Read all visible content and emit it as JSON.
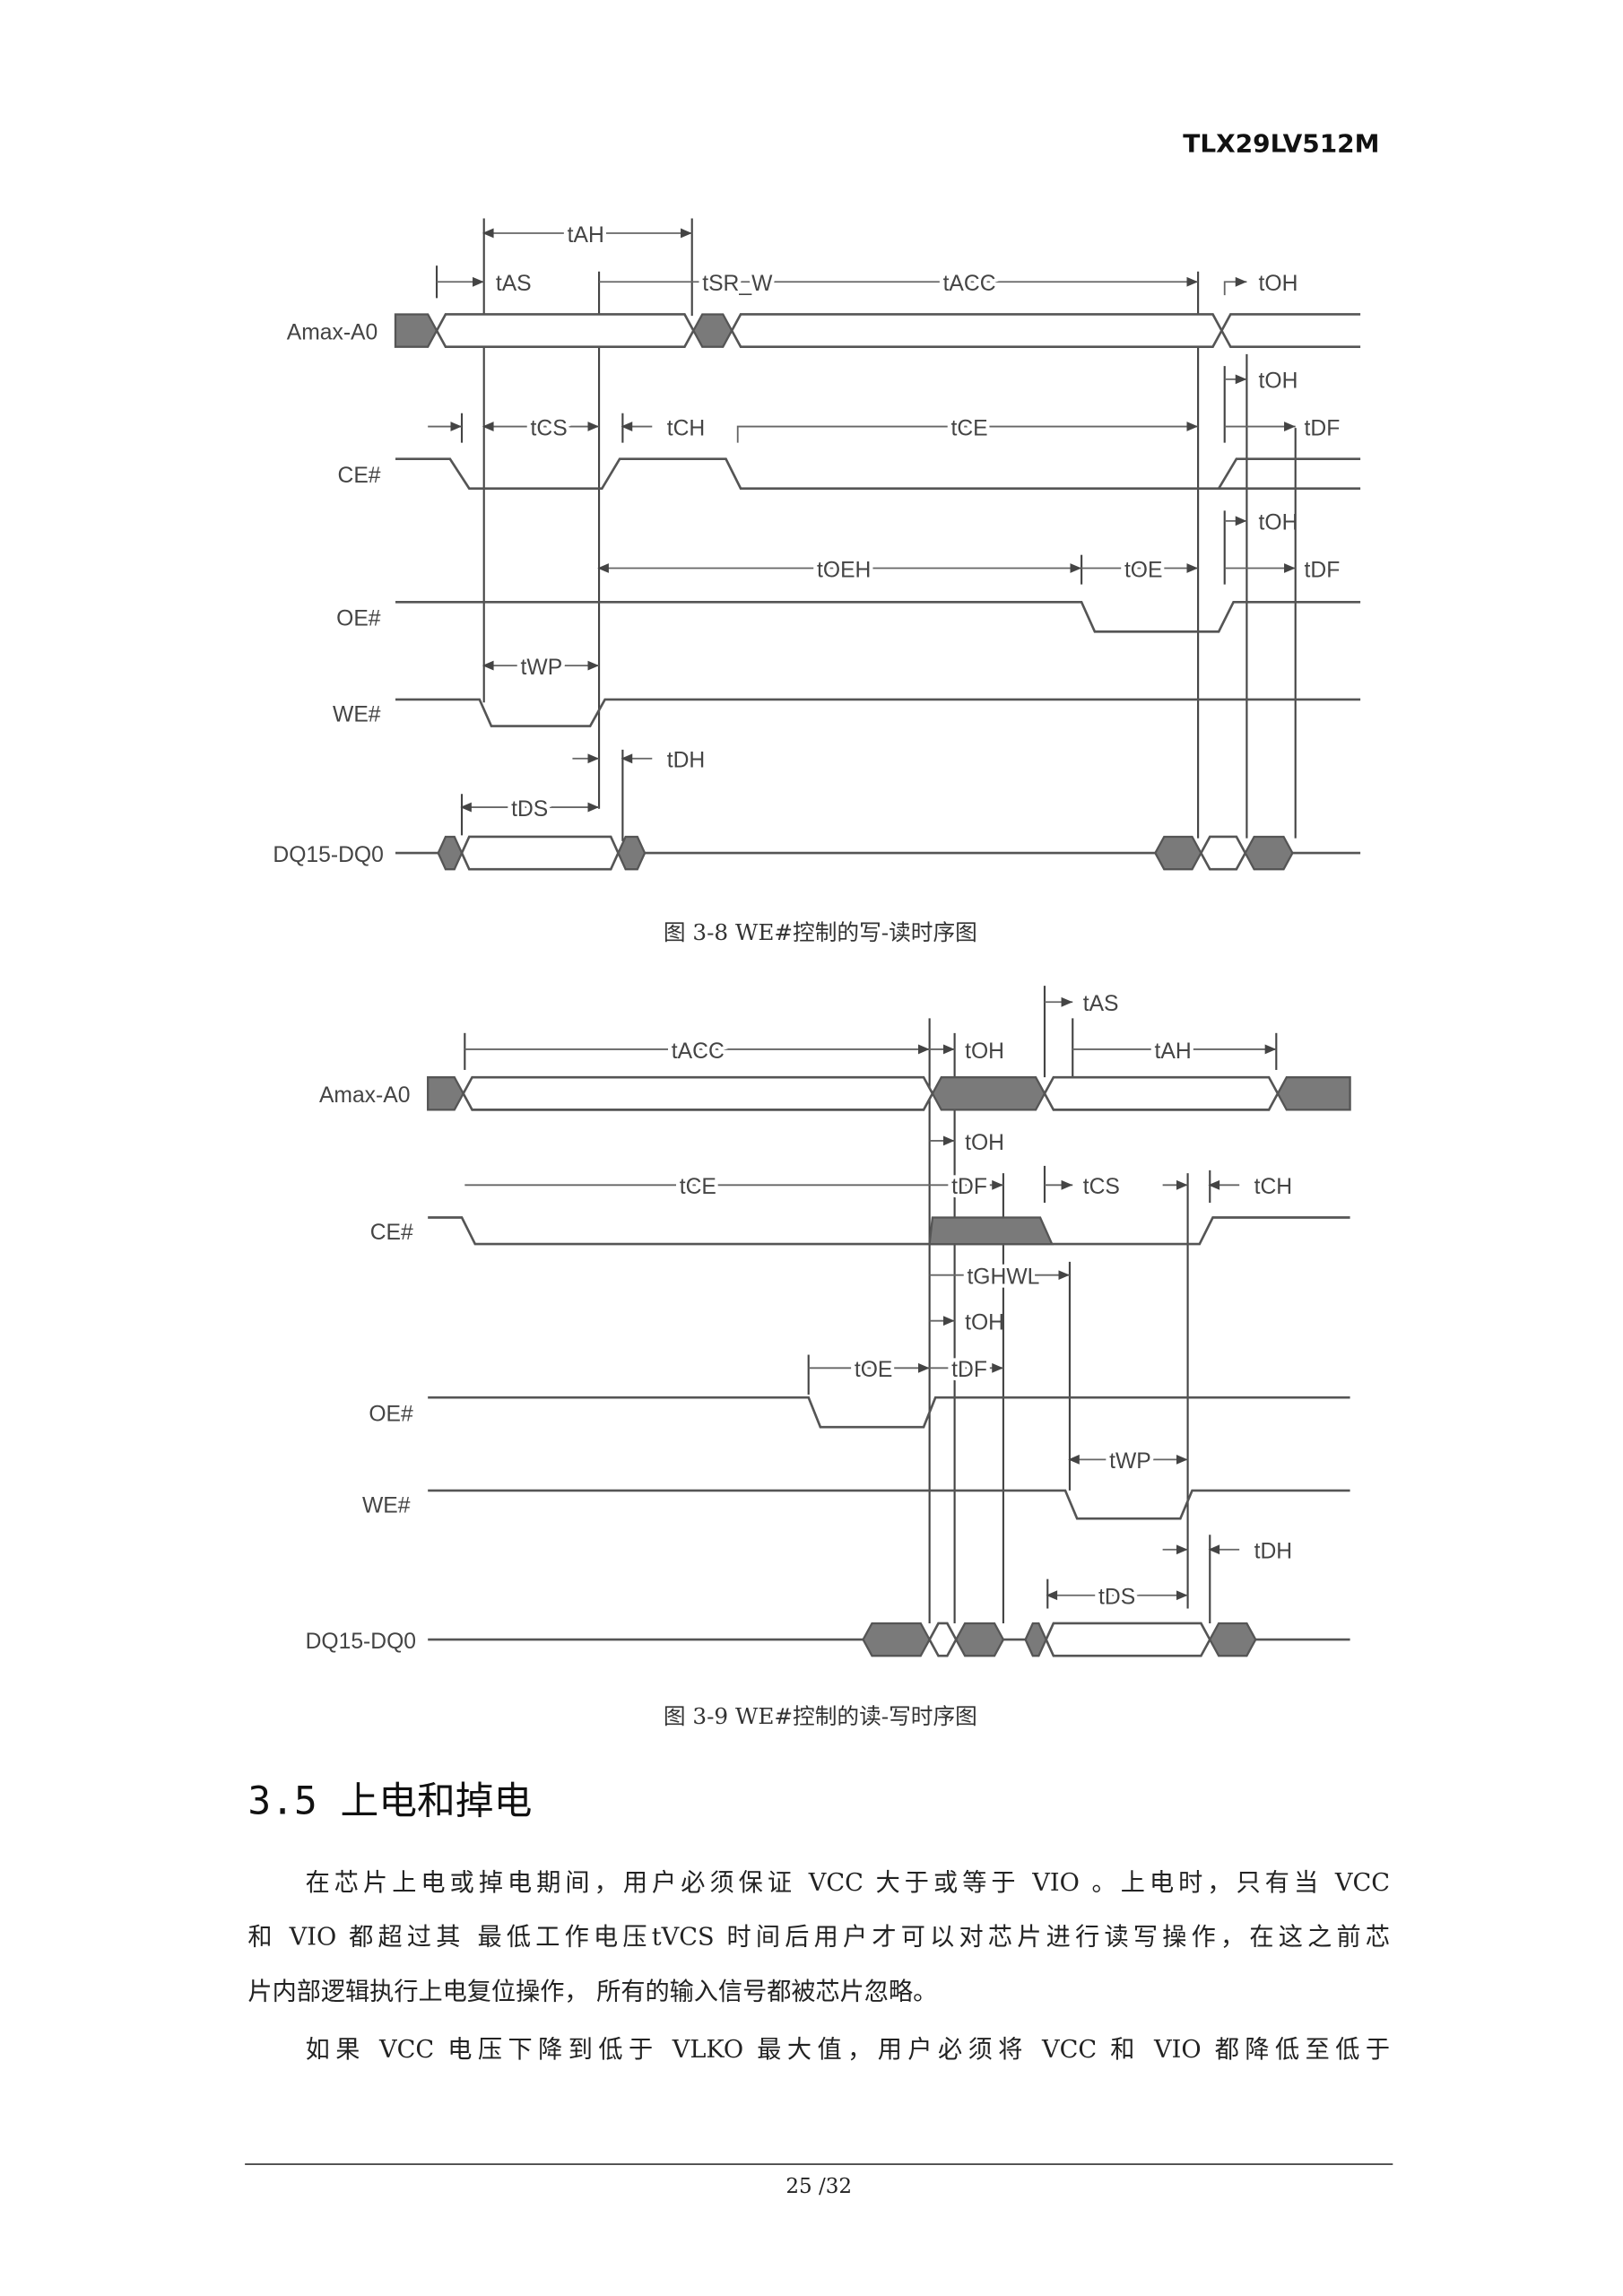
{
  "header": {
    "doc_id": "TLX29LV512M"
  },
  "figure1": {
    "signals": [
      "Amax-A0",
      "CE#",
      "OE#",
      "WE#",
      "DQ15-DQ0"
    ],
    "timings": {
      "tAH": "tAH",
      "tAS": "tAS",
      "tSR_W": "tSR_W",
      "tACC": "tACC",
      "tOH1": "tOH",
      "tOH2": "tOH",
      "tCS": "tCS",
      "tCH": "tCH",
      "tCE": "tCE",
      "tDF1": "tDF",
      "tOH3": "tOH",
      "tOEH": "tOEH",
      "tOE": "tOE",
      "tDF2": "tDF",
      "tWP": "tWP",
      "tDH": "tDH",
      "tDS": "tDS"
    },
    "caption": "图 3-8 WE#控制的写-读时序图"
  },
  "figure2": {
    "signals": [
      "Amax-A0",
      "CE#",
      "OE#",
      "WE#",
      "DQ15-DQ0"
    ],
    "timings": {
      "tAS": "tAS",
      "tACC": "tACC",
      "tOH1": "tOH",
      "tAH": "tAH",
      "tOH2": "tOH",
      "tCE": "tCE",
      "tDF1": "tDF",
      "tCS": "tCS",
      "tCH": "tCH",
      "tGHWL": "tGHWL",
      "tOH3": "tOH",
      "tOE": "tOE",
      "tDF2": "tDF",
      "tWP": "tWP",
      "tDH": "tDH",
      "tDS": "tDS"
    },
    "caption": "图 3-9 WE#控制的读-写时序图"
  },
  "section": {
    "heading": "3.5 上电和掉电",
    "lines": [
      "在芯片上电或掉电期间，用户必须保证 VCC 大于或等于 VIO 。上电时，只有当 VCC",
      "和 VIO 都超过其 最低工作电压tVCS 时间后用户才可以对芯片进行读写操作，在这之前芯",
      "片内部逻辑执行上电复位操作， 所有的输入信号都被芯片忽略。",
      "如果 VCC 电压下降到低于 VLKO 最大值，用户必须将 VCC 和 VIO 都降低至低于"
    ]
  },
  "footer": {
    "page": "25 /32"
  }
}
